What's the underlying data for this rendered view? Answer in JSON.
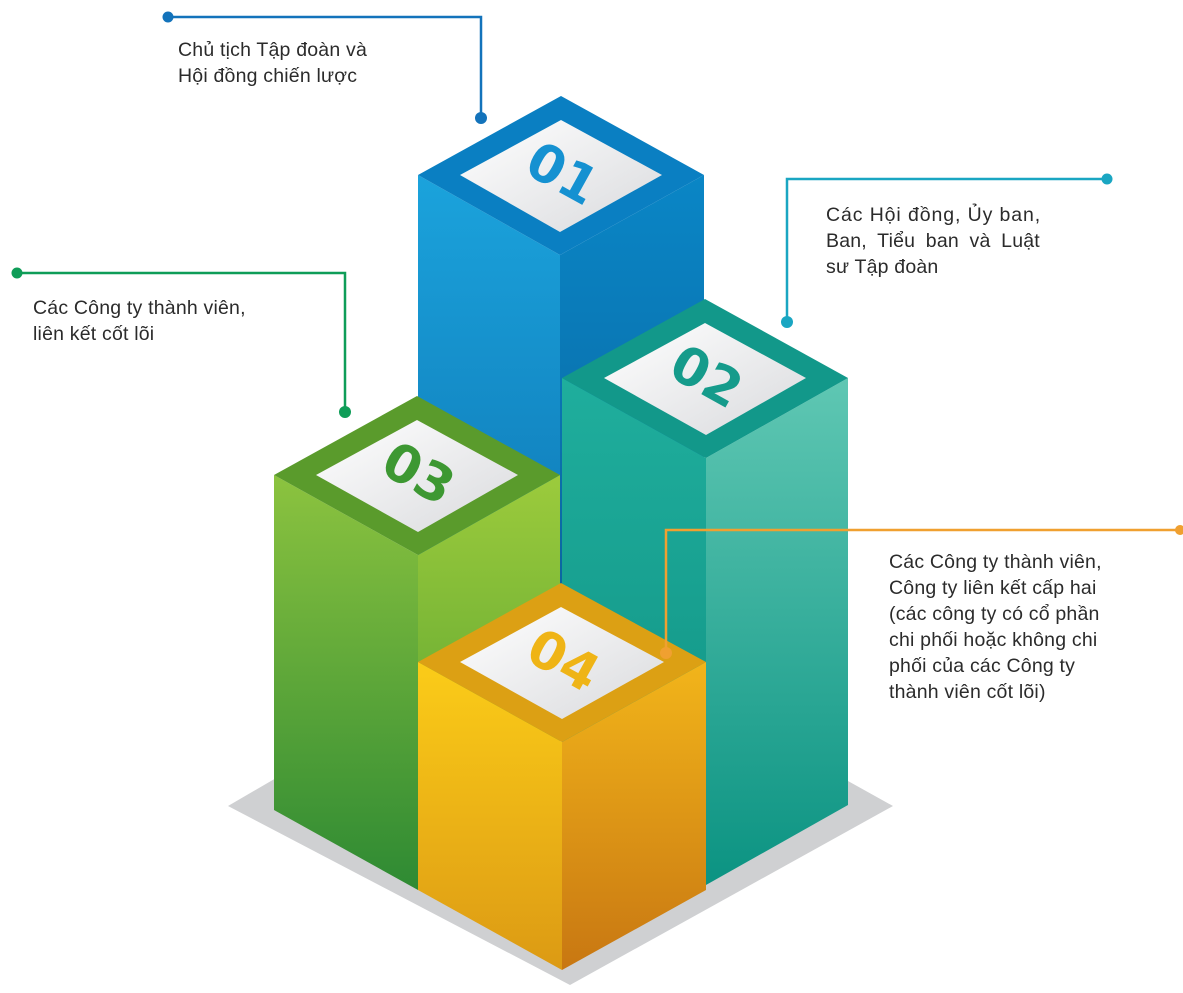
{
  "levels": [
    {
      "number": "01",
      "label_lines": [
        "Chủ tịch Tập đoàn và",
        "Hội đồng chiến lược"
      ],
      "colors": {
        "top": "#0b7fc4",
        "left": "#1b9cd8",
        "right": "#0a6fae",
        "connector": "#1373bb",
        "numeral": "#1590d0"
      }
    },
    {
      "number": "02",
      "label_lines": [
        "Các Hội đồng, Ủy ban,",
        "Ban, Tiểu ban và Luật",
        "sư Tập đoàn"
      ],
      "colors": {
        "top": "#139a8a",
        "left": "#1aa898",
        "right": "#4fc0ab",
        "connector": "#1aa6c2",
        "numeral": "#169d8c"
      }
    },
    {
      "number": "03",
      "label_lines": [
        "Các Công ty thành viên,",
        "liên kết cốt lõi"
      ],
      "colors": {
        "top": "#5e9e2e",
        "left": "#3f952f",
        "right": "#8cc23d",
        "connector": "#0f9d58",
        "numeral": "#3f9a33"
      }
    },
    {
      "number": "04",
      "label_lines": [
        "Các Công ty thành viên,",
        "Công ty liên kết cấp hai",
        "(các công ty có cổ phần",
        "chi phối hoặc không chi",
        "phối của các Công ty",
        "thành viên cốt lõi)"
      ],
      "colors": {
        "top": "#e0a514",
        "left": "#f6c417",
        "right": "#e9a618",
        "connector": "#f0a030",
        "numeral": "#eeb215"
      }
    }
  ]
}
